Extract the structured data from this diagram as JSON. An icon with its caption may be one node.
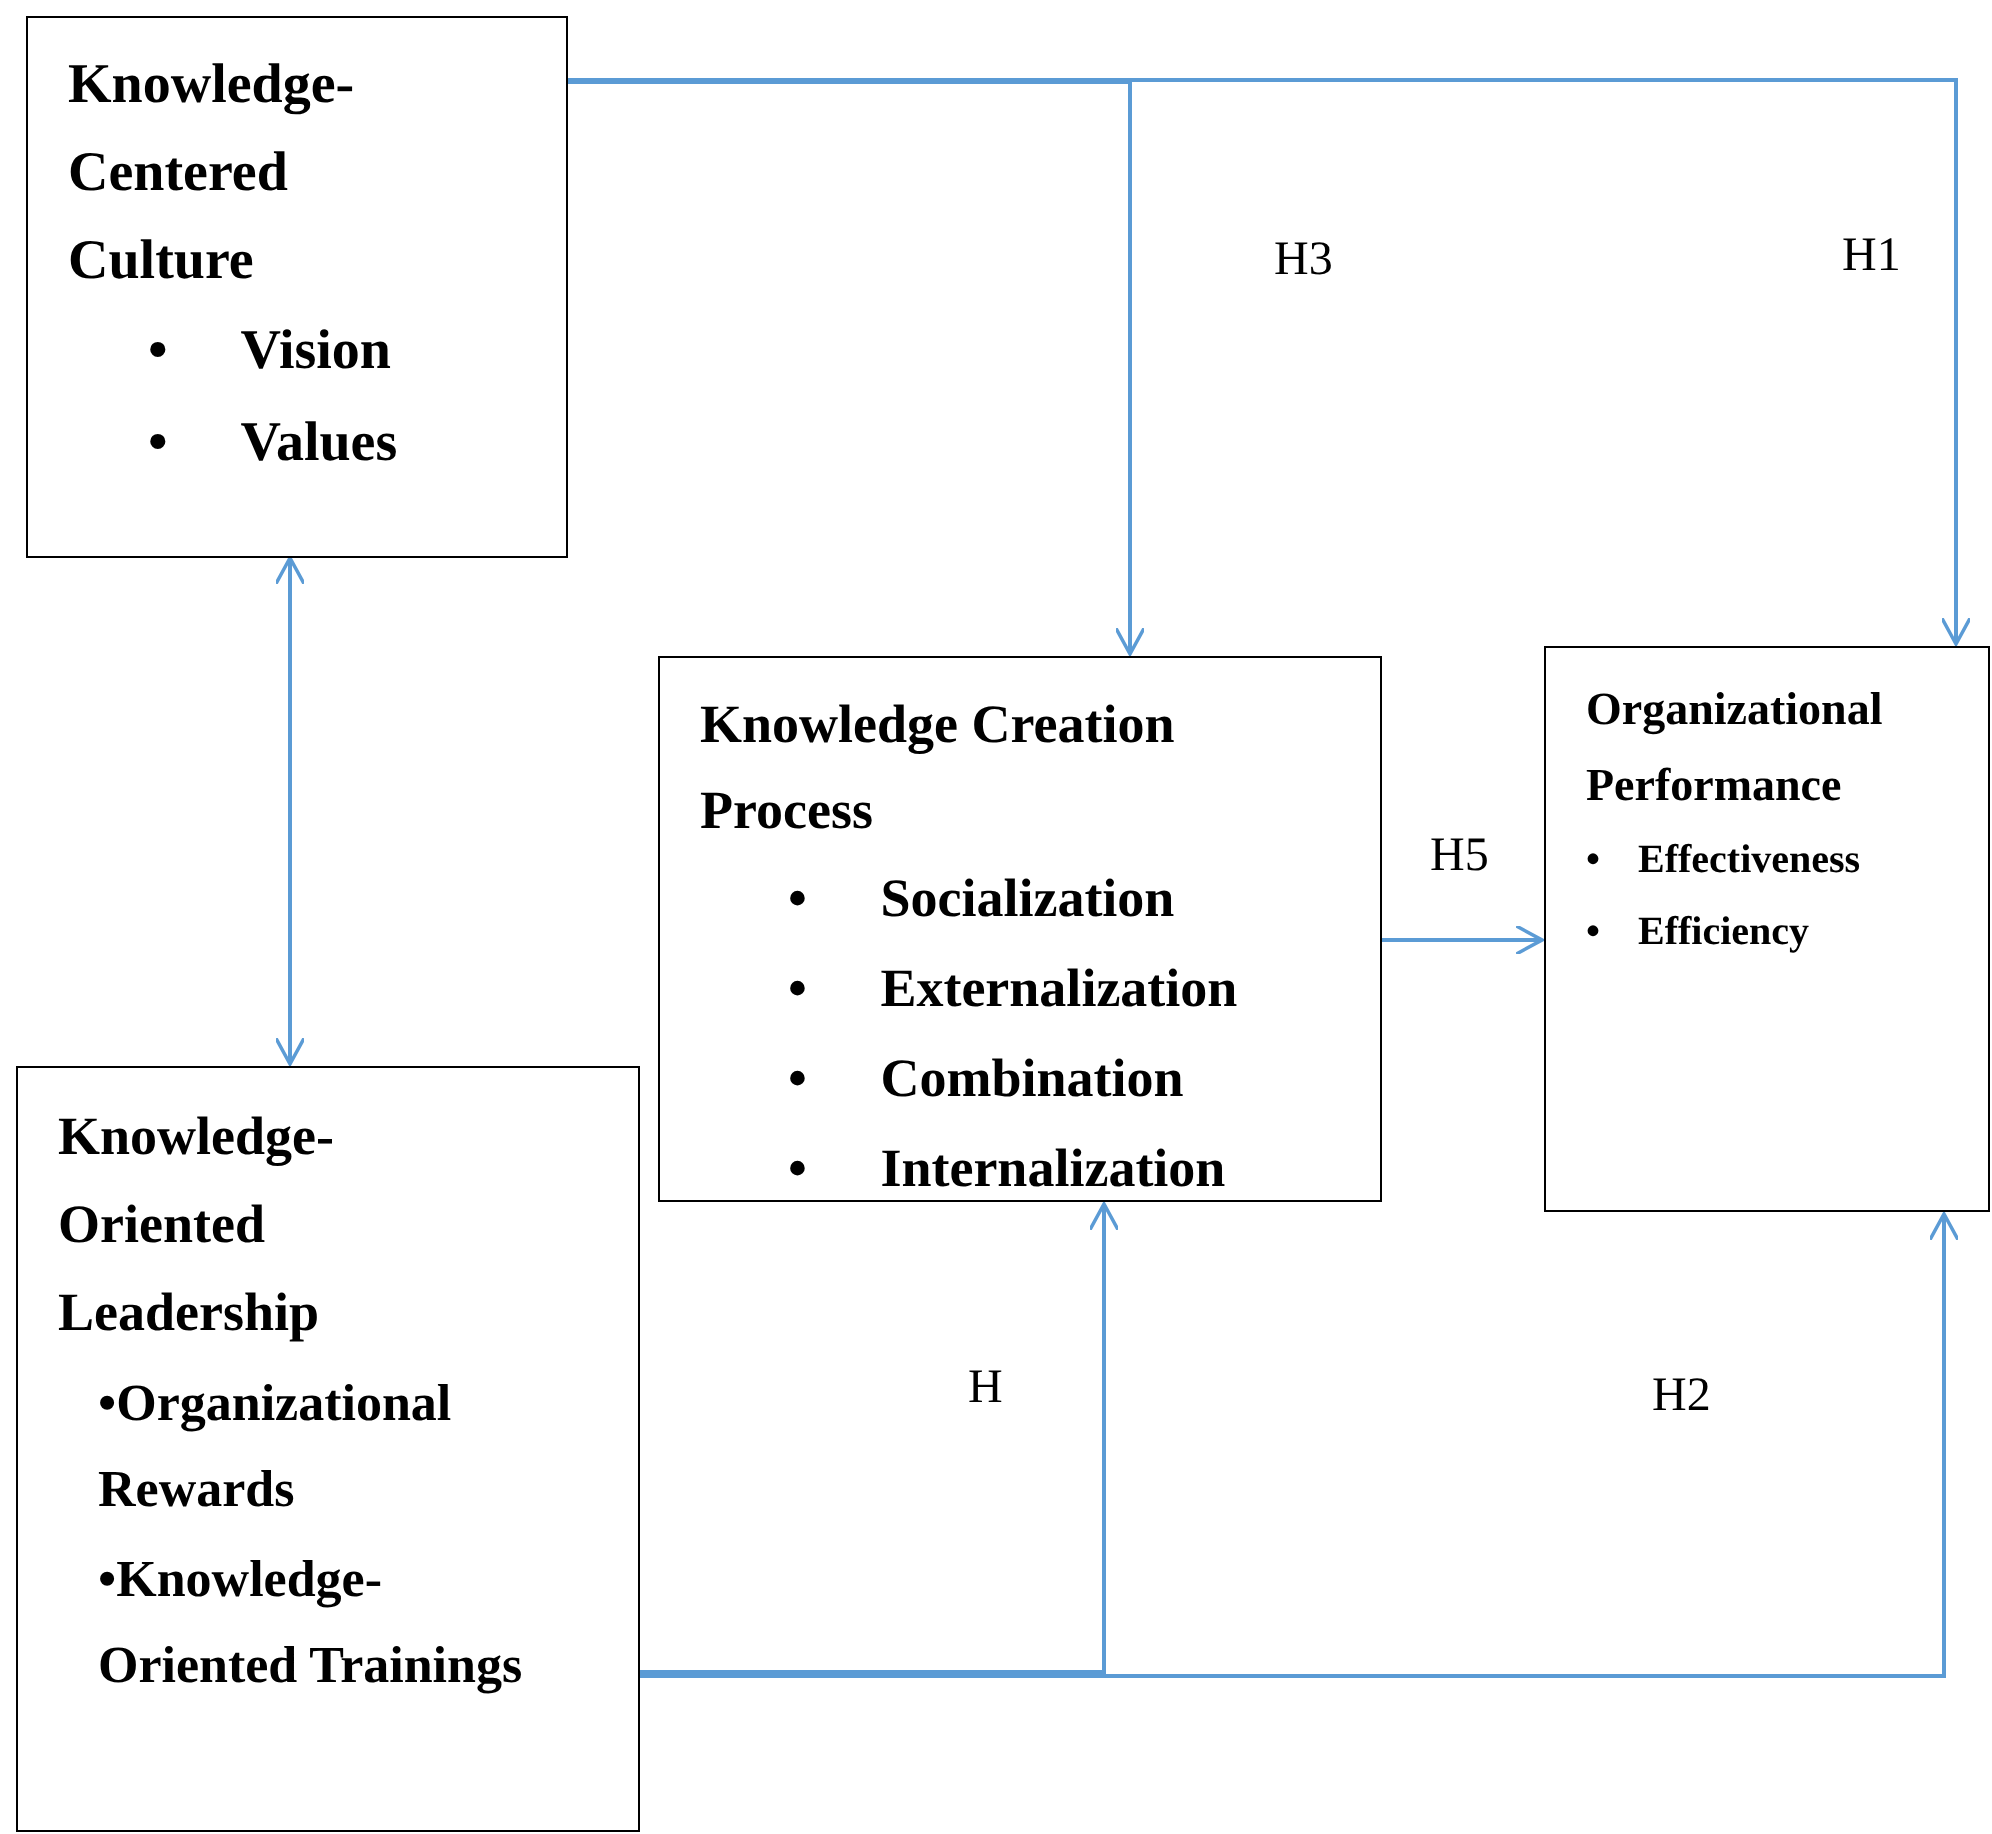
{
  "diagram": {
    "nodes": [
      {
        "text": [
          "Knowledge-Centered Culture",
          "• Vision",
          "• Values"
        ]
      },
      {
        "text": [
          "Knowledge Creation Process",
          "• Socialization",
          "• Externalization",
          "• Combination",
          "• Internalization"
        ]
      },
      {
        "text": [
          "Organizational Performance",
          "• Effectiveness",
          "• Efficiency"
        ]
      },
      {
        "text": [
          "Knowledge-Oriented Leadership",
          "•Organizational Rewards",
          "•Knowledge-Oriented Trainings"
        ]
      }
    ],
    "edges": [
      {
        "from": 0,
        "to": 1,
        "arrow": "to",
        "label": "H3"
      },
      {
        "from": 0,
        "to": 2,
        "arrow": "to",
        "label": "H1"
      },
      {
        "from": 0,
        "to": 3,
        "arrow": "both"
      },
      {
        "from": 1,
        "to": 2,
        "arrow": "to",
        "label": "H5"
      },
      {
        "from": 3,
        "to": 1,
        "arrow": "to",
        "label": "H"
      },
      {
        "from": 3,
        "to": 2,
        "arrow": "to",
        "label": "H2"
      }
    ]
  }
}
